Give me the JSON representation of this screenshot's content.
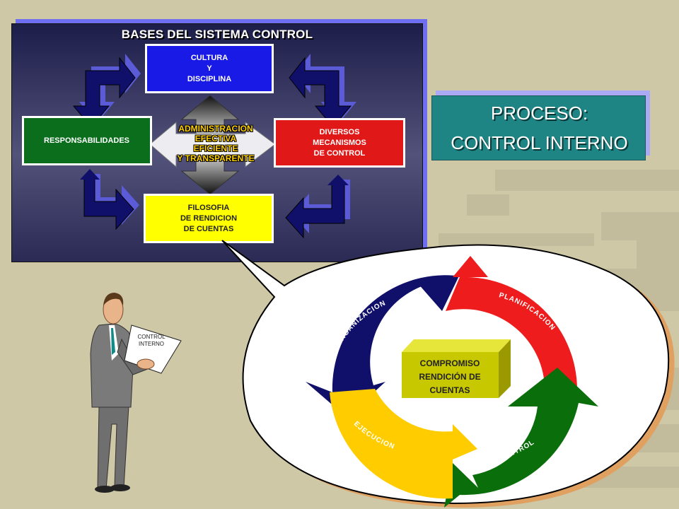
{
  "panel": {
    "title": "BASES DEL SISTEMA CONTROL",
    "boxes": {
      "top": [
        "CULTURA",
        "Y",
        "DISCIPLINA"
      ],
      "left": [
        "RESPONSABILIDADES"
      ],
      "right": [
        "DIVERSOS",
        "MECANISMOS",
        "DE CONTROL"
      ],
      "bottom": [
        "FILOSOFIA",
        "DE RENDICION",
        "DE CUENTAS"
      ]
    },
    "center": [
      "ADMINISTRACION",
      "EFECTIVA",
      "EFICIENTE",
      "Y TRANSPARENTE"
    ]
  },
  "proceso": {
    "line1": "PROCESO:",
    "line2": "CONTROL INTERNO"
  },
  "cycle": {
    "labels": {
      "organizacion": "ORGANIZACION",
      "planificacion": "PLANIFICACION",
      "control": "CONTROL",
      "ejecucion": "EJECUCION"
    },
    "center": [
      "COMPROMISO",
      "RENDICIÓN DE",
      "CUENTAS"
    ]
  },
  "document": [
    "CONTROL",
    "INTERNO"
  ],
  "colors": {
    "background": "#cfc8a7",
    "blue_box": "#1a1ae6",
    "green_box": "#0a6e1c",
    "red_box": "#e01818",
    "yellow_box": "#ffff00",
    "proceso_box": "#1e8484",
    "cycle_navy": "#10106a",
    "cycle_red": "#ee1c1c",
    "cycle_green": "#0a6e0a",
    "cycle_yellow": "#ffcc00",
    "cube": "#c8c800"
  }
}
